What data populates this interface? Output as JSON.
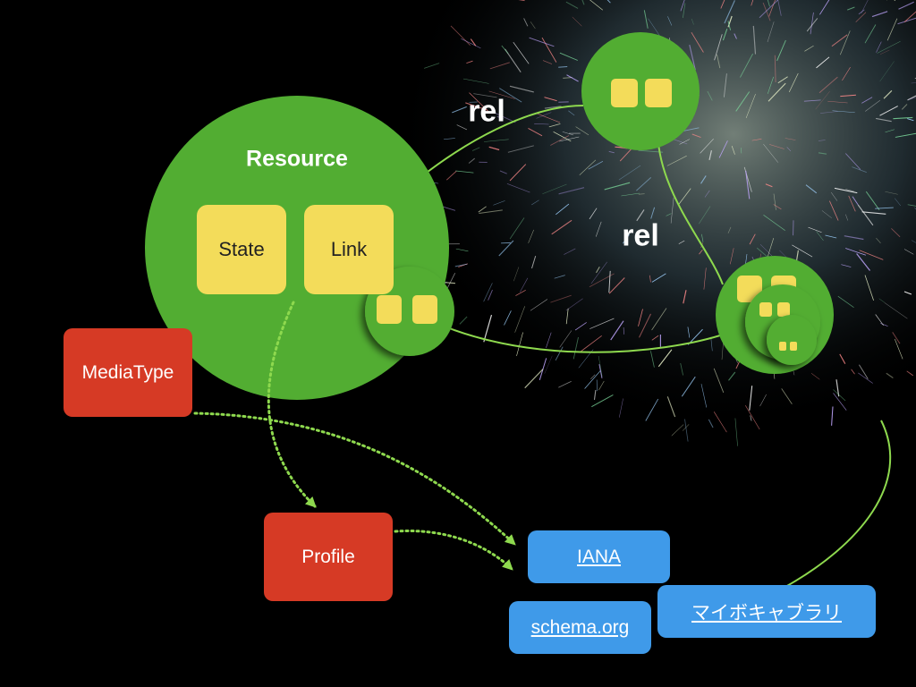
{
  "resource": {
    "title": "Resource",
    "state": "State",
    "link": "Link"
  },
  "relations": [
    "rel",
    "rel"
  ],
  "media_type": "MediaType",
  "profile": "Profile",
  "vocabularies": [
    "IANA",
    "schema.org",
    "マイボキャブラリ"
  ],
  "colors": {
    "resource_green": "#52ad32",
    "node_yellow": "#f3dc5a",
    "type_red": "#d63a25",
    "vocab_blue": "#3f9ae9",
    "arrow_green": "#8ed94e",
    "background": "#000000"
  }
}
